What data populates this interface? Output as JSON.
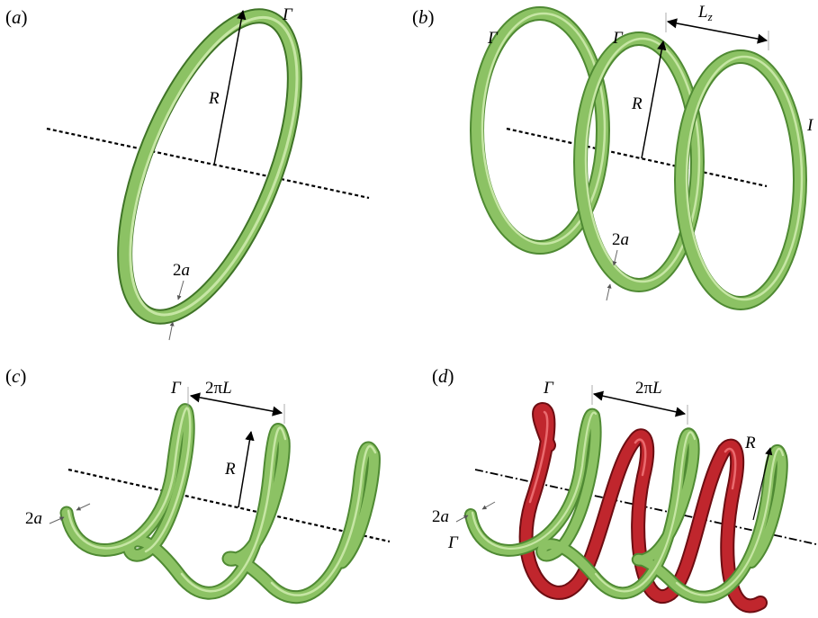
{
  "panels": [
    {
      "id": "a",
      "label": "(a)",
      "gamma": "Γ",
      "radius": "R",
      "core": "2a"
    },
    {
      "id": "b",
      "label": "(b)",
      "gamma": "Γ",
      "gamma2": "Γ",
      "radius": "R",
      "core": "2a",
      "spacing": "L",
      "spacing_sub": "z",
      "right_edge": "I"
    },
    {
      "id": "c",
      "label": "(c)",
      "gamma": "Γ",
      "radius": "R",
      "core": "2a",
      "pitch": "2πL"
    },
    {
      "id": "d",
      "label": "(d)",
      "gamma": "Γ",
      "gamma2": "Γ",
      "radius": "R",
      "core": "2a",
      "pitch": "2πL"
    }
  ],
  "colors": {
    "tube_green": "#8cc264",
    "tube_green_dark": "#4f8a33",
    "tube_green_light": "#c6e6a4",
    "tube_red": "#c0262d",
    "tube_red_dark": "#7a1216",
    "axis": "#000000"
  }
}
